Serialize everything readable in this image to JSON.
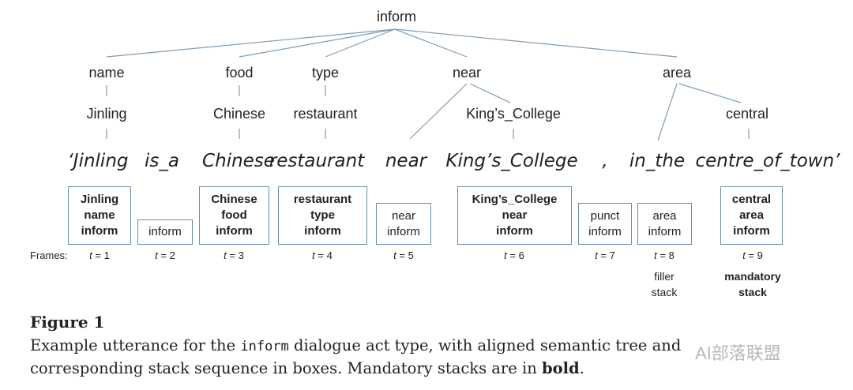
{
  "tree": {
    "root": "inform",
    "slots": [
      "name",
      "food",
      "type",
      "near",
      "area"
    ],
    "values": [
      "Jinling",
      "Chinese",
      "restaurant",
      "King’s_College",
      "central"
    ]
  },
  "utterance": [
    "‘Jinling",
    "is_a",
    "Chinese",
    "restaurant",
    "near",
    "King’s_College",
    ",",
    "in_the",
    "centre_of_town’"
  ],
  "frames_label": "Frames:",
  "frames": [
    {
      "t": "1",
      "lines": [
        "Jinling",
        "name",
        "inform"
      ],
      "mandatory": true
    },
    {
      "t": "2",
      "lines": [
        "inform"
      ],
      "mandatory": false
    },
    {
      "t": "3",
      "lines": [
        "Chinese",
        "food",
        "inform"
      ],
      "mandatory": true
    },
    {
      "t": "4",
      "lines": [
        "restaurant",
        "type",
        "inform"
      ],
      "mandatory": true
    },
    {
      "t": "5",
      "lines": [
        "near",
        "inform"
      ],
      "mandatory": false
    },
    {
      "t": "6",
      "lines": [
        "King’s_College",
        "near",
        "inform"
      ],
      "mandatory": true
    },
    {
      "t": "7",
      "lines": [
        "punct",
        "inform"
      ],
      "mandatory": false
    },
    {
      "t": "8",
      "lines": [
        "area",
        "inform"
      ],
      "mandatory": false
    },
    {
      "t": "9",
      "lines": [
        "central",
        "area",
        "inform"
      ],
      "mandatory": true
    }
  ],
  "notes": {
    "filler": [
      "filler",
      "stack"
    ],
    "mandatory": [
      "mandatory",
      "stack"
    ]
  },
  "figure": {
    "title": "Figure 1",
    "caption_a": "Example utterance for the ",
    "caption_code": "inform",
    "caption_b": " dialogue act type, with aligned semantic tree and",
    "caption_c": "corresponding stack sequence in boxes. Mandatory stacks are in ",
    "caption_bold": "bold",
    "caption_d": "."
  },
  "watermark": "AI部落联盟"
}
